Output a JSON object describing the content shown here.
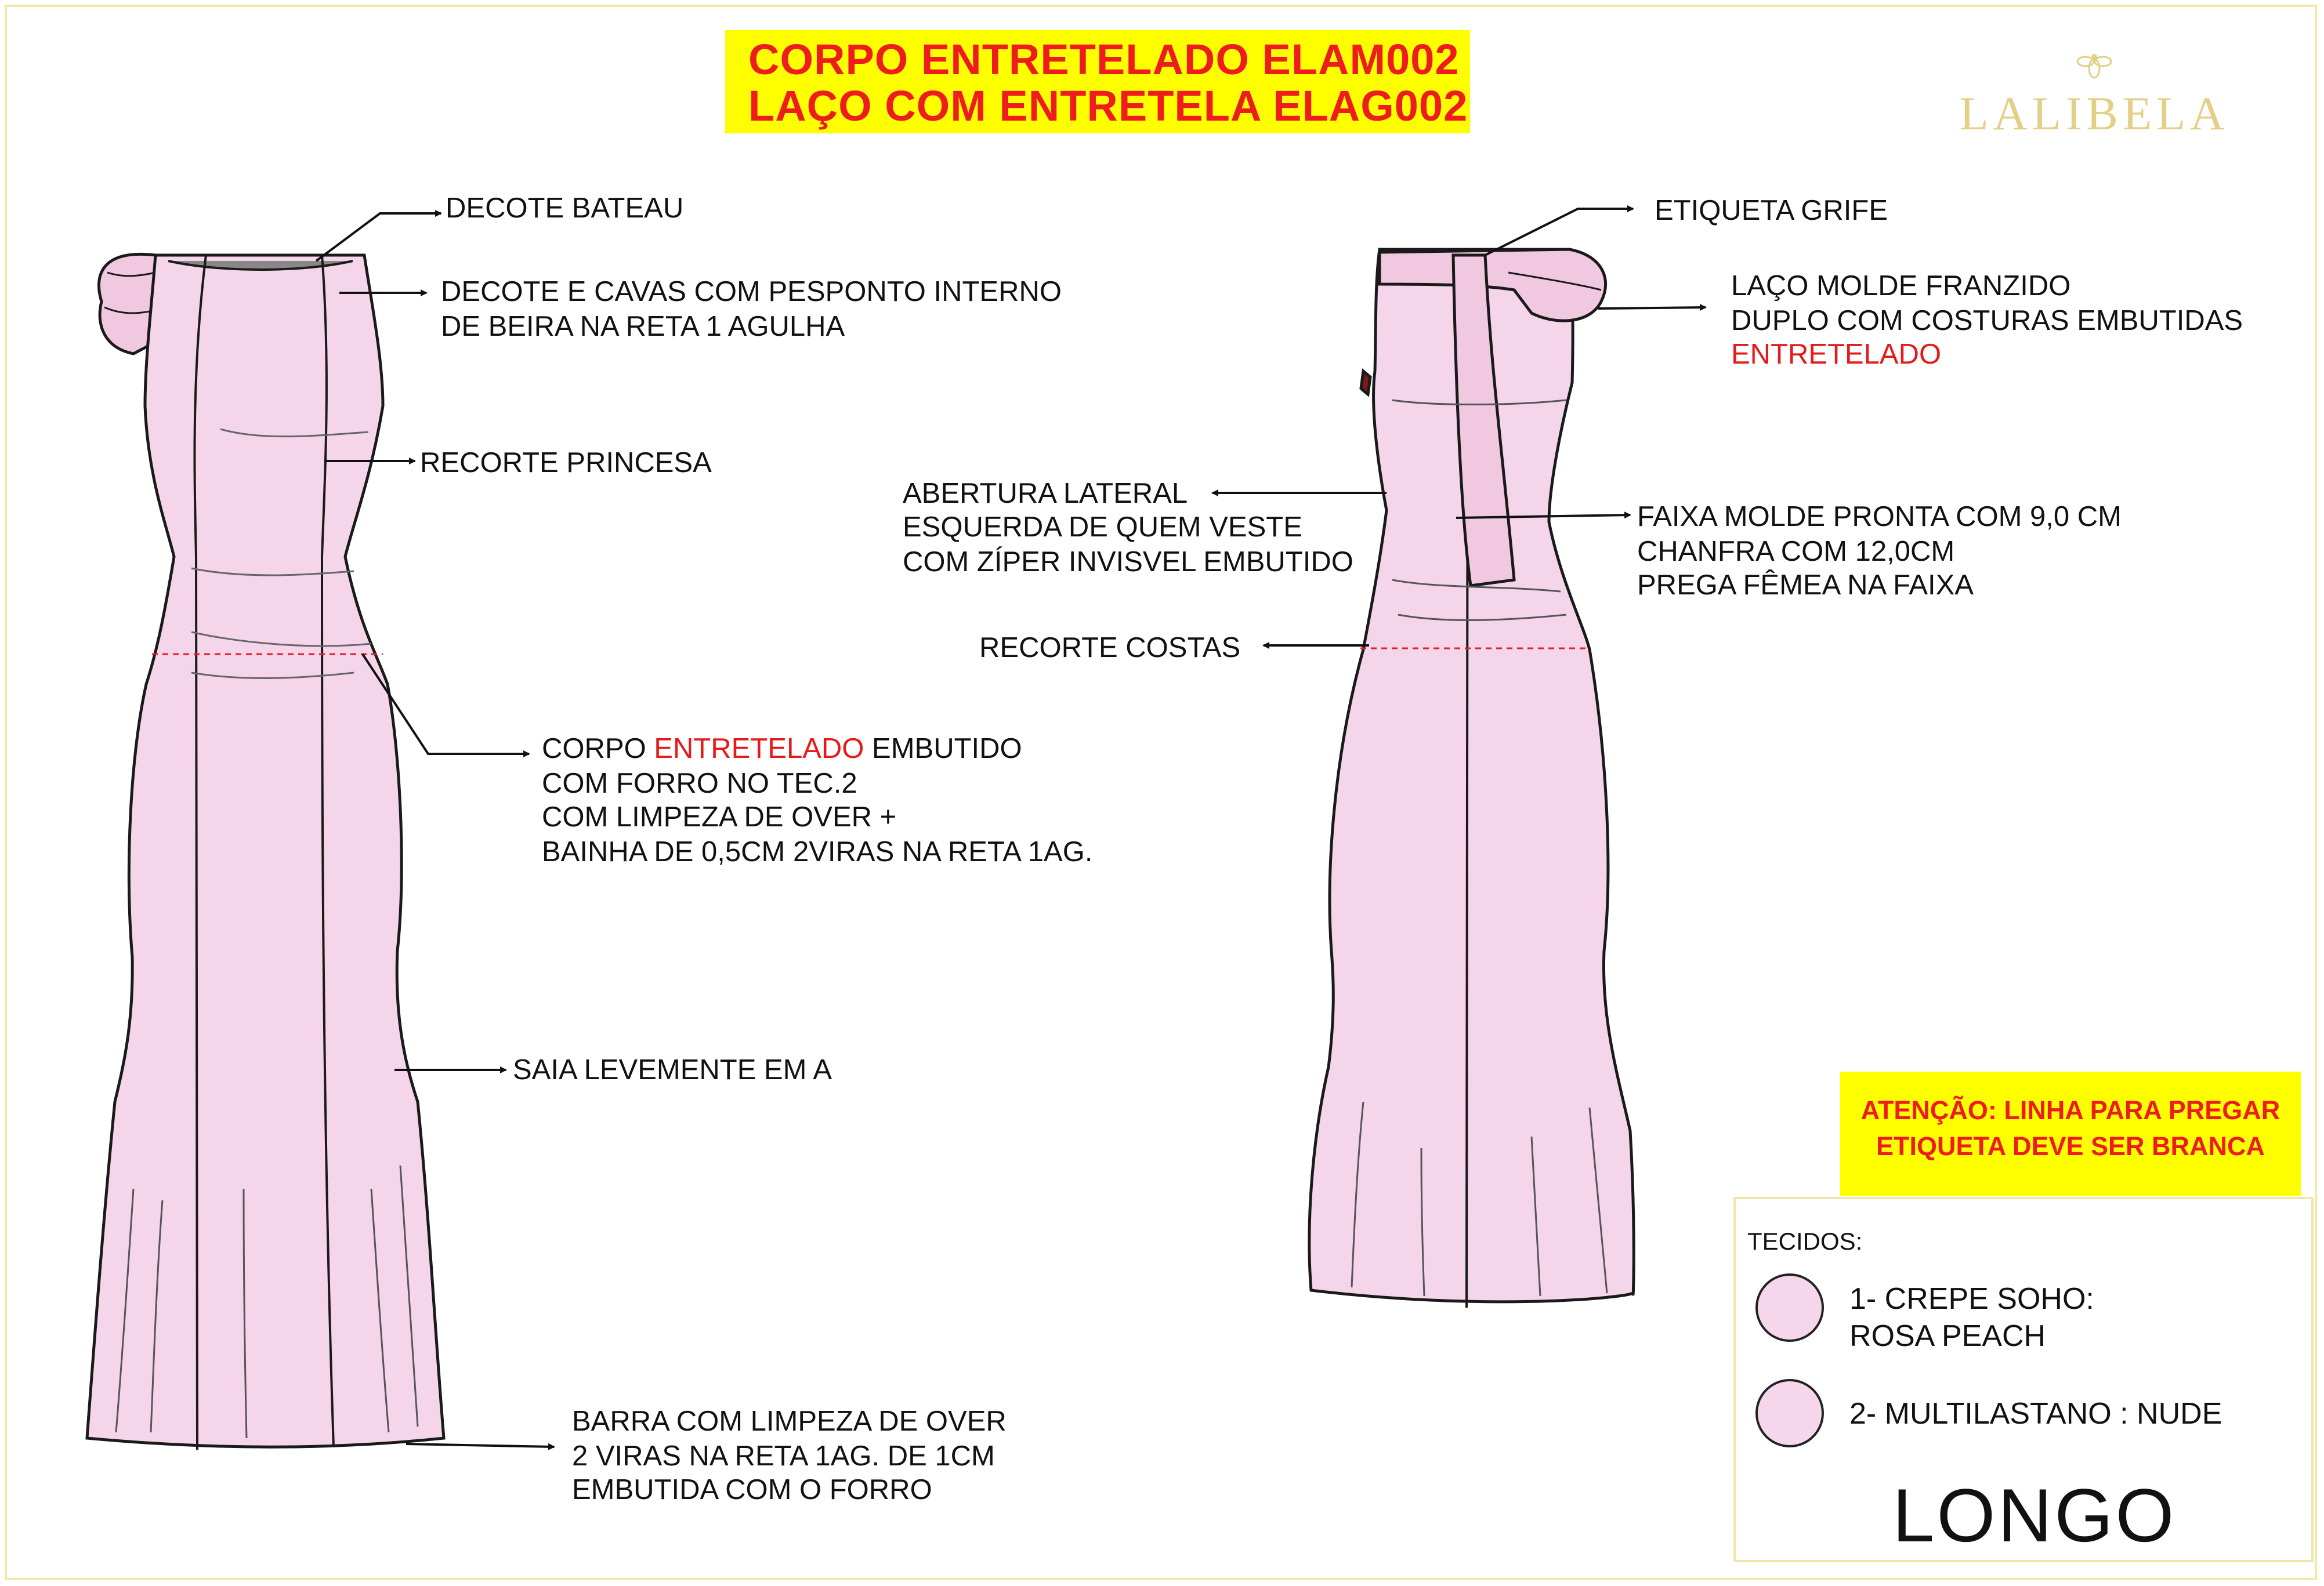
{
  "header": {
    "title_line1": "CORPO ENTRETELADO ELAM002",
    "title_line2": "LAÇO COM ENTRETELA ELAG002"
  },
  "brand": {
    "name": "LALIBELA",
    "accent": "#e3cf86"
  },
  "front": {
    "decote": "DECOTE BATEAU",
    "cavas_1": "DECOTE E CAVAS COM PESPONTO INTERNO",
    "cavas_2": "DE BEIRA NA RETA 1 AGULHA",
    "recorte": "RECORTE PRINCESA",
    "corpo_1a": "CORPO ",
    "corpo_1b": "ENTRETELADO",
    "corpo_1c": " EMBUTIDO",
    "corpo_2": "COM FORRO NO TEC.2",
    "corpo_3": "COM LIMPEZA DE OVER +",
    "corpo_4": "BAINHA DE 0,5CM 2VIRAS NA RETA 1AG.",
    "saia": "SAIA LEVEMENTE EM  A",
    "barra_1": "BARRA COM LIMPEZA DE OVER",
    "barra_2": "2 VIRAS NA RETA 1AG. DE 1CM",
    "barra_3": "EMBUTIDA COM O FORRO"
  },
  "back": {
    "etiqueta": "ETIQUETA GRIFE",
    "laco_1": "LAÇO MOLDE FRANZIDO",
    "laco_2": "DUPLO COM COSTURAS EMBUTIDAS",
    "laco_3": "ENTRETELADO",
    "abertura_1": "ABERTURA LATERAL",
    "abertura_2": "ESQUERDA DE QUEM VESTE",
    "abertura_3": "COM ZÍPER INVISVEL EMBUTIDO",
    "faixa_1": "FAIXA MOLDE PRONTA COM 9,0 CM",
    "faixa_2": "CHANFRA COM 12,0CM",
    "faixa_3": "PREGA FÊMEA NA FAIXA",
    "recorte_costas": "RECORTE COSTAS"
  },
  "warning": {
    "line1": "ATENÇÃO: LINHA PARA PREGAR",
    "line2": "ETIQUETA DEVE SER BRANCA"
  },
  "legend": {
    "heading": "TECIDOS:",
    "fabric1_line1": "1- CREPE SOHO:",
    "fabric1_line2": "ROSA PEACH",
    "fabric2": "2- MULTILASTANO : NUDE",
    "fabric_color": "#f6d6eb",
    "length": "LONGO"
  },
  "colors": {
    "title_red": "#ee1c1c",
    "highlight": "#ffff00",
    "dress_fill": "#f5d5ea"
  }
}
